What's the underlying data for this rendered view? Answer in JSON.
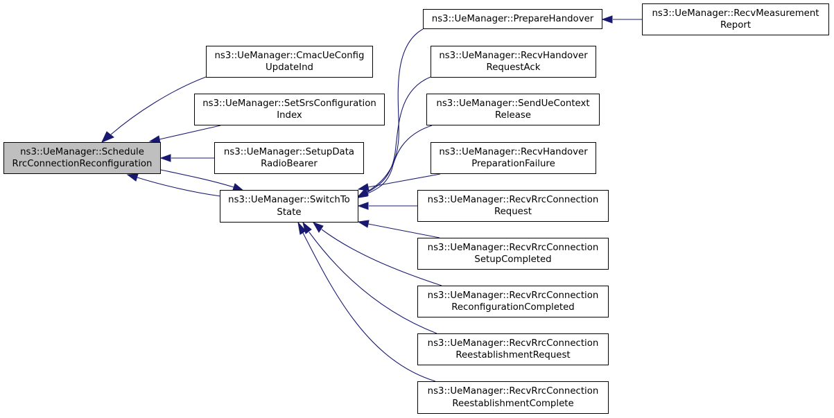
{
  "nodes": {
    "schedule_rrc_reconfig": [
      "ns3::UeManager::Schedule",
      "RrcConnectionReconfiguration"
    ],
    "cmac_ue_config": [
      "ns3::UeManager::CmacUeConfig",
      "UpdateInd"
    ],
    "set_srs_config": [
      "ns3::UeManager::SetSrsConfiguration",
      "Index"
    ],
    "setup_data_rb": [
      "ns3::UeManager::SetupData",
      "RadioBearer"
    ],
    "switch_to_state": [
      "ns3::UeManager::SwitchTo",
      "State"
    ],
    "prepare_handover": [
      "ns3::UeManager::PrepareHandover"
    ],
    "recv_measurement_report": [
      "ns3::UeManager::RecvMeasurement",
      "Report"
    ],
    "recv_handover_request_ack": [
      "ns3::UeManager::RecvHandover",
      "RequestAck"
    ],
    "send_ue_context_release": [
      "ns3::UeManager::SendUeContext",
      "Release"
    ],
    "recv_handover_prep_failure": [
      "ns3::UeManager::RecvHandover",
      "PreparationFailure"
    ],
    "recv_rrc_conn_request": [
      "ns3::UeManager::RecvRrcConnection",
      "Request"
    ],
    "recv_rrc_conn_setup_completed": [
      "ns3::UeManager::RecvRrcConnection",
      "SetupCompleted"
    ],
    "recv_rrc_conn_reconfig_completed": [
      "ns3::UeManager::RecvRrcConnection",
      "ReconfigurationCompleted"
    ],
    "recv_rrc_conn_reestab_request": [
      "ns3::UeManager::RecvRrcConnection",
      "ReestablishmentRequest"
    ],
    "recv_rrc_conn_reestab_complete": [
      "ns3::UeManager::RecvRrcConnection",
      "ReestablishmentComplete"
    ]
  },
  "edge_color": "#191970",
  "root_fill": "#bfbfbf"
}
